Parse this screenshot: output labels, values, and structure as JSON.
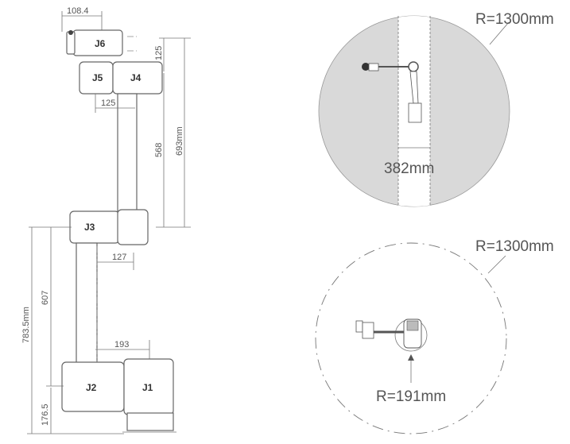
{
  "joints": [
    "J6",
    "J5",
    "J4",
    "J3",
    "J2",
    "J1"
  ],
  "dimensions": {
    "top_width": "108.4",
    "j4_offset_vertical": "125",
    "j5_offset": "125",
    "upper_arm": "568",
    "upper_total": "693mm",
    "j3_offset": "127",
    "lower_arm": "607",
    "total_height": "783.5mm",
    "j2_offset": "193",
    "base_height": "176.5"
  },
  "top_view": {
    "radius_label": "R=1300mm",
    "inner_label": "382mm",
    "colors": {
      "fill": "#d9d9d9",
      "band": "#ffffff"
    }
  },
  "bottom_view": {
    "radius_label": "R=1300mm",
    "inner_label": "R=191mm"
  }
}
